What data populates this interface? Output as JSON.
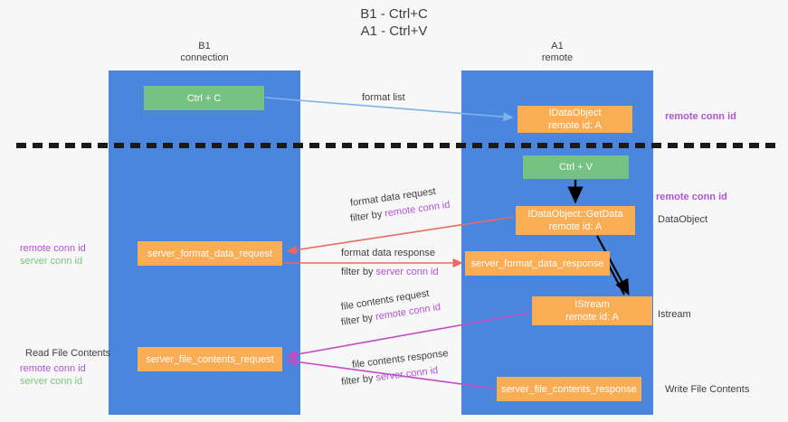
{
  "title": "B1 - Ctrl+C\nA1 - Ctrl+V",
  "colors": {
    "lane": "#4a86dd",
    "green_node": "#76c283",
    "orange_node": "#f9ad54",
    "purple_text": "#b154d4",
    "green_text": "#7ac47f",
    "red_arrow": "#ea6a61",
    "magenta_arrow": "#c34bc4",
    "blue_arrow": "#7fb4e8",
    "black_arrow": "#000000",
    "background": "#f7f7f7"
  },
  "columns": [
    {
      "name": "B1",
      "sub": "connection",
      "label": "B1\nconnection"
    },
    {
      "name": "A1",
      "sub": "remote",
      "label": "A1\nremote"
    }
  ],
  "nodes": {
    "ctrl_c": {
      "label": "Ctrl + C",
      "kind": "green"
    },
    "data_object": {
      "label": "IDataObject\nremote id: A",
      "kind": "orange"
    },
    "ctrl_v": {
      "label": "Ctrl + V",
      "kind": "green"
    },
    "get_data": {
      "label": "IDataObject::GetData\nremote id: A",
      "kind": "orange"
    },
    "server_format_data_request": {
      "label": "server_format_data_request",
      "kind": "orange"
    },
    "server_format_data_response": {
      "label": "server_format_data_response",
      "kind": "orange"
    },
    "istream": {
      "label": "IStream\nremote id: A",
      "kind": "orange"
    },
    "server_file_contents_request": {
      "label": "server_file_contents_request",
      "kind": "orange"
    },
    "server_file_contents_response": {
      "label": "server_file_contents_response",
      "kind": "orange"
    }
  },
  "edge_labels": {
    "format_list": "format list",
    "format_data_request": "format data request",
    "format_data_request_filter_prefix": "filter by ",
    "format_data_request_filter_value": "remote conn id",
    "format_data_response": "format data response",
    "format_data_response_filter_prefix": "filter by ",
    "format_data_response_filter_value": "server conn id",
    "file_contents_request": "file contents request",
    "file_contents_request_filter_prefix": "filter by ",
    "file_contents_request_filter_value": "remote conn id",
    "file_contents_response": "file contents response",
    "file_contents_response_filter_prefix": "filter by ",
    "file_contents_response_filter_value": "server conn id"
  },
  "right_annotations": {
    "remote_conn_id_top": "remote conn id",
    "remote_conn_id_mid": "remote conn id",
    "data_object": "DataObject",
    "istream": "Istream",
    "write_file_contents": "Write File Contents"
  },
  "left_annotations": {
    "remote_conn_id_mid": "remote conn id",
    "server_conn_id_mid": "server conn id",
    "read_file_contents": "Read File Contents",
    "remote_conn_id_bottom": "remote conn id",
    "server_conn_id_bottom": "server conn id"
  }
}
